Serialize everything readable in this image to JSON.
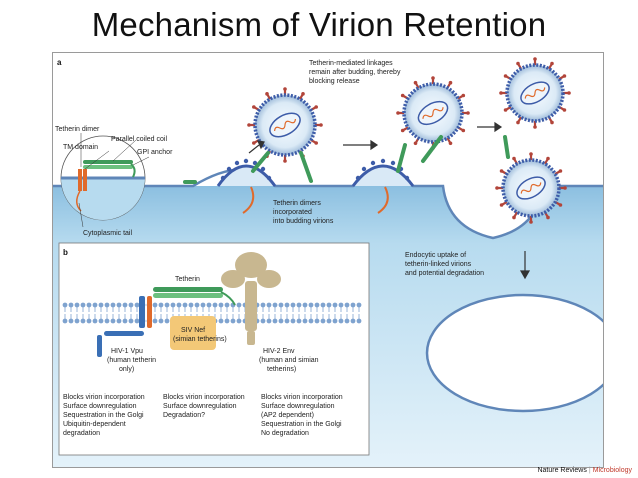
{
  "title": "Mechanism of Virion Retention",
  "panel_a": {
    "letter": "a",
    "tetherin_dimer": "Tetherin dimer",
    "parallel_coiled_coil": "Parallel coiled coil",
    "tm_domain": "TM domain",
    "gpi_anchor": "GPI anchor",
    "cytoplasmic_tail": "Cytoplasmic tail",
    "linkages_line1": "Tetherin-mediated linkages",
    "linkages_line2": "remain after budding, thereby",
    "linkages_line3": "blocking release",
    "dimers_line1": "Tetherin dimers",
    "dimers_line2": "incorporated",
    "dimers_line3": "into budding virions",
    "endocytic_line1": "Endocytic uptake of",
    "endocytic_line2": "tetherin-linked virions",
    "endocytic_line3": "and potential degradation"
  },
  "panel_b": {
    "letter": "b",
    "tetherin": "Tetherin",
    "vpu_line1": "HIV-1 Vpu",
    "vpu_line2": "(human tetherin",
    "vpu_line3": "only)",
    "nef_line1": "SIV Nef",
    "nef_line2": "(simian tetherins)",
    "env_line1": "HIV-2 Env",
    "env_line2": "(human and simian",
    "env_line3": "tetherins)",
    "col1": [
      "Blocks virion incorporation",
      "Surface downregulation",
      "Sequestration in the Golgi",
      "Ubiquitin-dependent",
      "degradation"
    ],
    "col2": [
      "Blocks virion incorporation",
      "Surface downregulation",
      "Degradation?"
    ],
    "col3": [
      "Blocks virion incorporation",
      "Surface downregulation",
      "(AP2 dependent)",
      "Sequestration in the Golgi",
      "No degradation"
    ]
  },
  "footer": {
    "brand": "Nature Reviews",
    "separator": "|",
    "journal": "Microbiology"
  },
  "colors": {
    "cell_blue": "#a9d3ea",
    "membrane_blue": "#5f86b8",
    "tetherin_green": "#3f9a5a",
    "tm_orange": "#e06a2b",
    "vpu_blue": "#3a6fb5",
    "nef_yellow": "#f3c877",
    "env_tan": "#c8b790",
    "virion_blue": "#3d5ca8",
    "spike_red": "#b2453a"
  }
}
